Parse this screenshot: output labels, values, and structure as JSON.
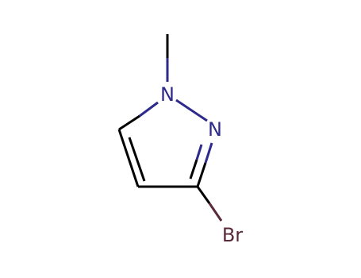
{
  "molecule": {
    "atoms": {
      "n1": {
        "label": "N",
        "color": "#2e2a8c"
      },
      "n2": {
        "label": "N",
        "color": "#2e2a8c"
      },
      "br": {
        "label": "Br",
        "color": "#5a2a3a"
      }
    },
    "colors": {
      "bond": "#000000",
      "nitrogen": "#2e2a8c",
      "bromine": "#5a2a3a"
    }
  }
}
